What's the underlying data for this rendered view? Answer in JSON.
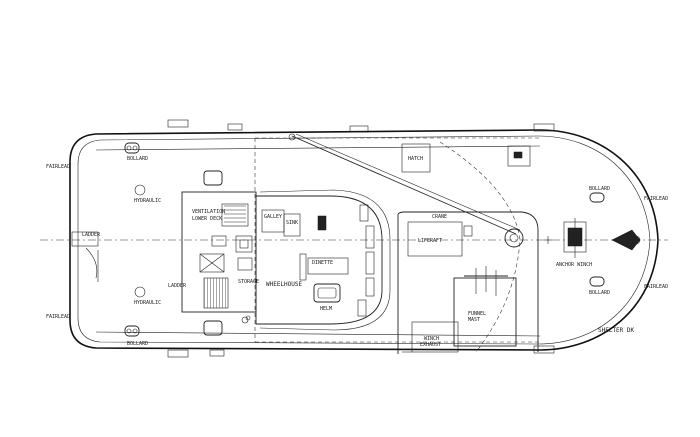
{
  "diagram": {
    "type": "deck-plan",
    "labels": {
      "bollard": "BOLLARD",
      "ventilation": "VENTILATION",
      "wheelhouse": "WHEELHOUSE",
      "ladder": "LADDER",
      "hatch": "HATCH",
      "shelter_deck": "SHELTER DK",
      "fairlead": "FAIRLEAD",
      "funnel": "FUNNEL",
      "mast": "MAST",
      "crane": "CRANE",
      "winch": "WINCH",
      "liferaft": "LIFERAFT",
      "anchor_winch": "ANCHOR WINCH",
      "exhaust": "EXHAUST",
      "storage": "STORAGE",
      "hydraulic": "HYDRAULIC",
      "lower_deck": "LOWER DECK",
      "galley": "GALLEY",
      "dinette": "DINETTE",
      "sink": "SINK",
      "helm": "HELM"
    }
  }
}
